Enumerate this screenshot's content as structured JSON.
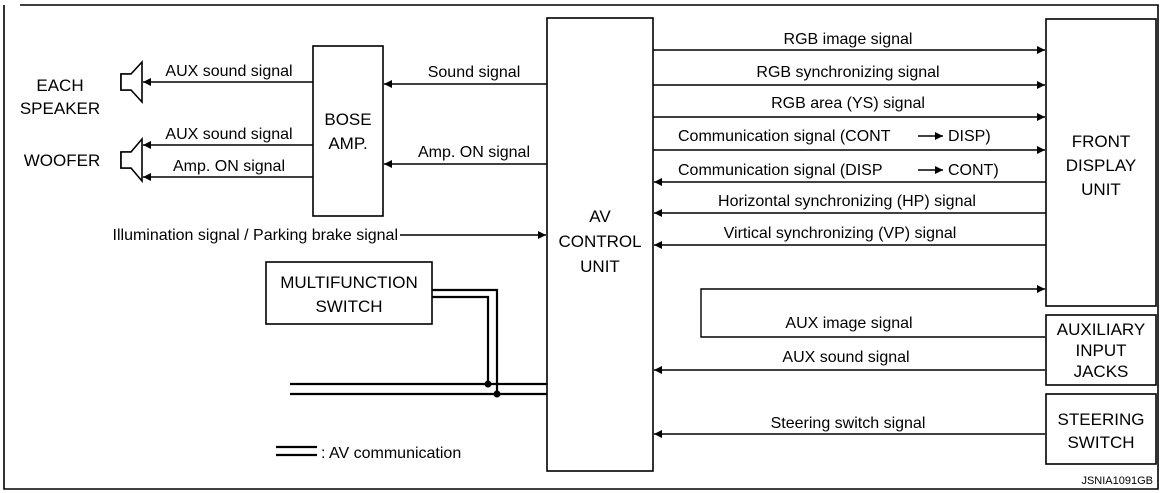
{
  "blocks": {
    "av_control": [
      "AV",
      "CONTROL",
      "UNIT"
    ],
    "front_display": [
      "FRONT",
      "DISPLAY",
      "UNIT"
    ],
    "bose_amp": [
      "BOSE",
      "AMP."
    ],
    "multifunction_switch": [
      "MULTIFUNCTION",
      "SWITCH"
    ],
    "auxiliary_input_jacks": [
      "AUXILIARY",
      "INPUT",
      "JACKS"
    ],
    "steering_switch": [
      "STEERING",
      "SWITCH"
    ]
  },
  "speakers": {
    "each_speaker": [
      "EACH",
      "SPEAKER"
    ],
    "woofer": "WOOFER"
  },
  "signals": {
    "rgb_image": "RGB image signal",
    "rgb_sync": "RGB synchronizing signal",
    "rgb_area": "RGB area (YS) signal",
    "comm_cont_disp_a": "Communication signal (CONT",
    "comm_cont_disp_b": "DISP)",
    "comm_disp_cont_a": "Communication signal (DISP",
    "comm_disp_cont_b": "CONT)",
    "hp_sync": "Horizontal synchronizing (HP) signal",
    "vp_sync": "Virtical synchronizing (VP) signal",
    "sound": "Sound signal",
    "amp_on_av": "Amp. ON signal",
    "aux_sound_speaker": "AUX sound signal",
    "aux_sound_woofer": "AUX sound signal",
    "amp_on_woofer": "Amp. ON signal",
    "illumination": "Illumination signal / Parking brake signal",
    "aux_image": "AUX image signal",
    "aux_sound_jacks": "AUX sound signal",
    "steering_switch": "Steering switch signal"
  },
  "legend": ": AV communication",
  "figure_code": "JSNIA1091GB"
}
